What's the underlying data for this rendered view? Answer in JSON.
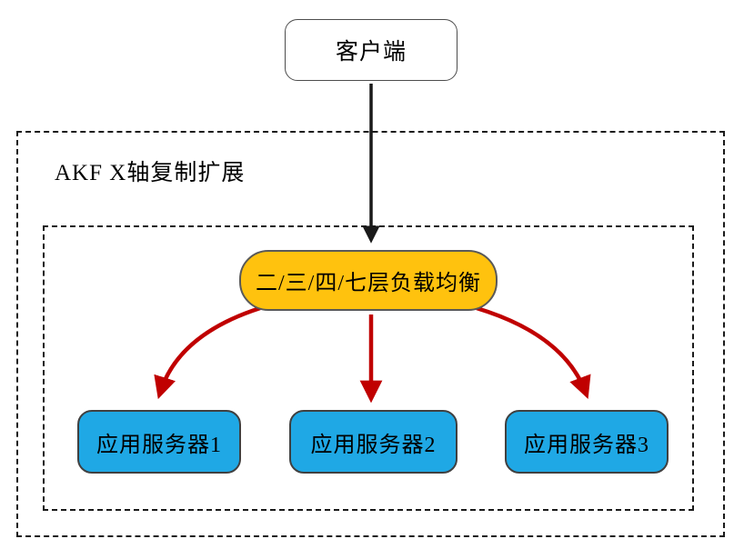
{
  "diagram": {
    "client": {
      "label": "客户端"
    },
    "group": {
      "label": "AKF X轴复制扩展"
    },
    "load_balancer": {
      "label": "二/三/四/七层负载均衡"
    },
    "servers": [
      {
        "label": "应用服务器1"
      },
      {
        "label": "应用服务器2"
      },
      {
        "label": "应用服务器3"
      }
    ],
    "colors": {
      "load_balancer_fill": "#FFC20E",
      "server_fill": "#1FA8E5",
      "arrow_red": "#C00000",
      "arrow_black": "#1a1a1a"
    }
  }
}
